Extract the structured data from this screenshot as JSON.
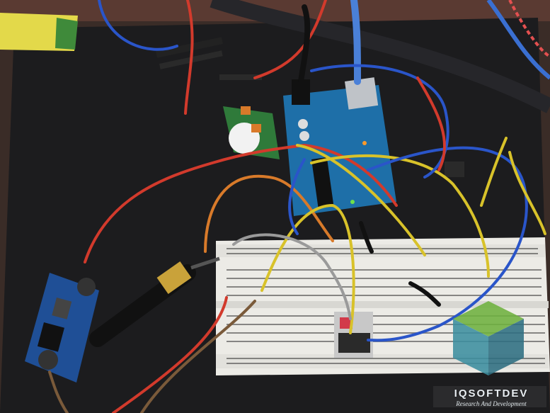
{
  "scene": {
    "description_label": "Arduino breadboard prototype",
    "palette": {
      "table": "#2a2420",
      "mat": "#1c1c1e",
      "breadboard": "#ecebe6",
      "arduino": "#1e6fa8",
      "buck_converter": "#1f4f96",
      "wire_red": "#d23a2c",
      "wire_blue": "#2a55c9",
      "wire_yellow": "#d8c22a",
      "wire_orange": "#d87a2a",
      "wire_gray": "#9a9a9a",
      "wire_green": "#3aa04a",
      "logo_green": "#6fb23f",
      "logo_teal": "#3d8fa0"
    }
  },
  "watermark": {
    "name": "IQSOFTDEV",
    "tagline": "Research And Development"
  }
}
